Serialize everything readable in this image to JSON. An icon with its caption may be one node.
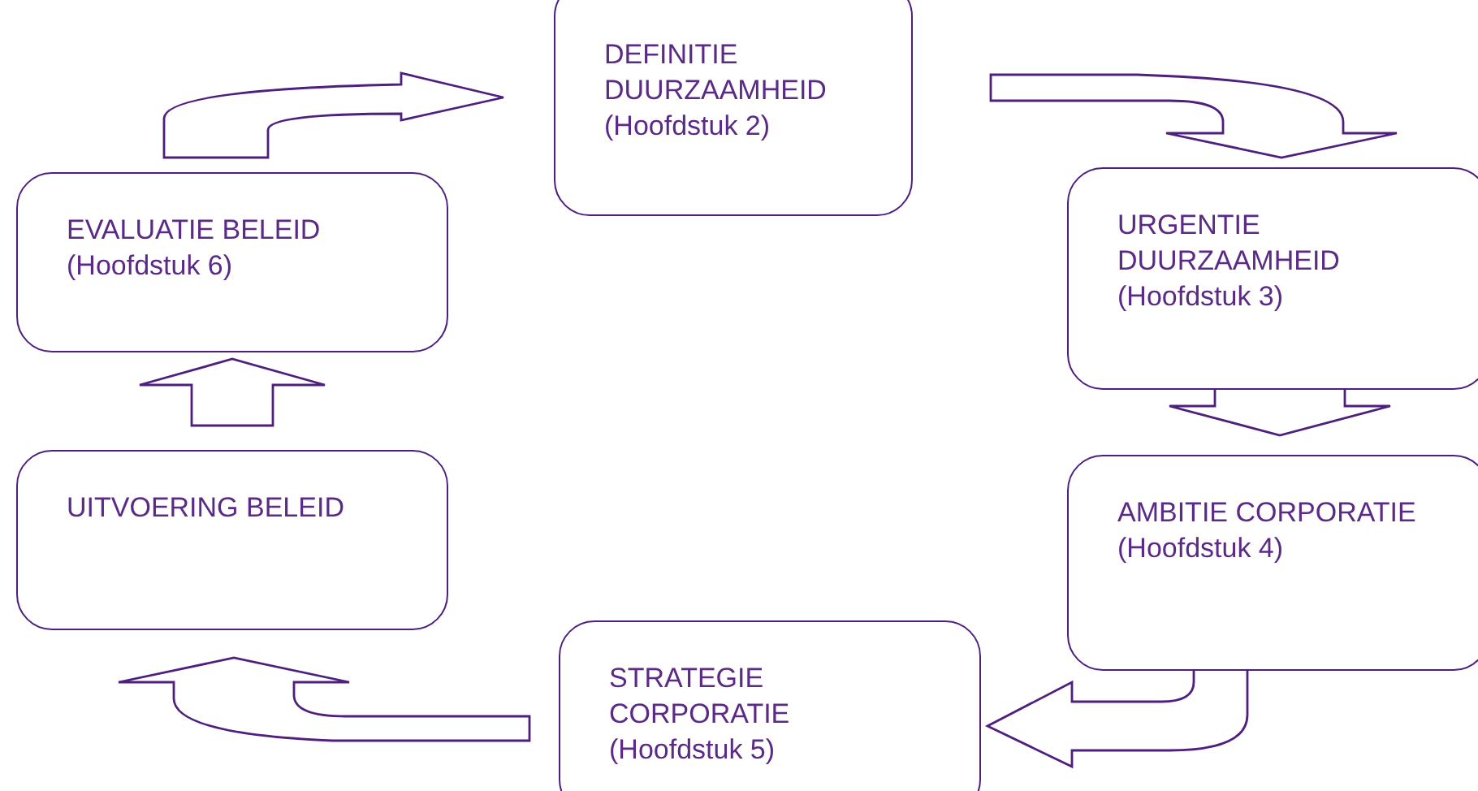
{
  "diagram": {
    "nodes": [
      {
        "text": [
          "DEFINITIE DUURZAAMHEID",
          "(Hoofdstuk 2)"
        ]
      },
      {
        "text": [
          "URGENTIE DUURZAAMHEID",
          "(Hoofdstuk 3)"
        ]
      },
      {
        "text": [
          "AMBITIE CORPORATIE",
          "(Hoofdstuk 4)"
        ]
      },
      {
        "text": [
          "STRATEGIE CORPORATIE",
          "(Hoofdstuk 5)"
        ]
      },
      {
        "text": [
          "UITVOERING BELEID"
        ]
      },
      {
        "text": [
          "EVALUATIE BELEID",
          "(Hoofdstuk 6)"
        ]
      }
    ],
    "edges": [
      {
        "from": 5,
        "to": 0,
        "arrow": "to"
      },
      {
        "from": 0,
        "to": 1,
        "arrow": "to"
      },
      {
        "from": 1,
        "to": 2,
        "arrow": "to"
      },
      {
        "from": 2,
        "to": 3,
        "arrow": "to"
      },
      {
        "from": 3,
        "to": 4,
        "arrow": "to"
      },
      {
        "from": 4,
        "to": 5,
        "arrow": "to"
      }
    ]
  }
}
